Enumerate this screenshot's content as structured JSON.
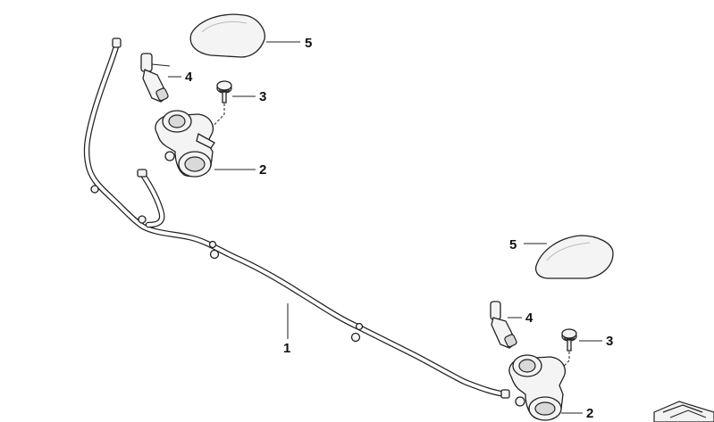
{
  "callouts": {
    "hose": "1",
    "nozzle_upper": "2",
    "nozzle_lower": "2",
    "bolt_upper": "3",
    "bolt_lower": "3",
    "jet_upper": "4",
    "jet_lower": "4",
    "cap_upper": "5",
    "cap_lower": "5"
  }
}
